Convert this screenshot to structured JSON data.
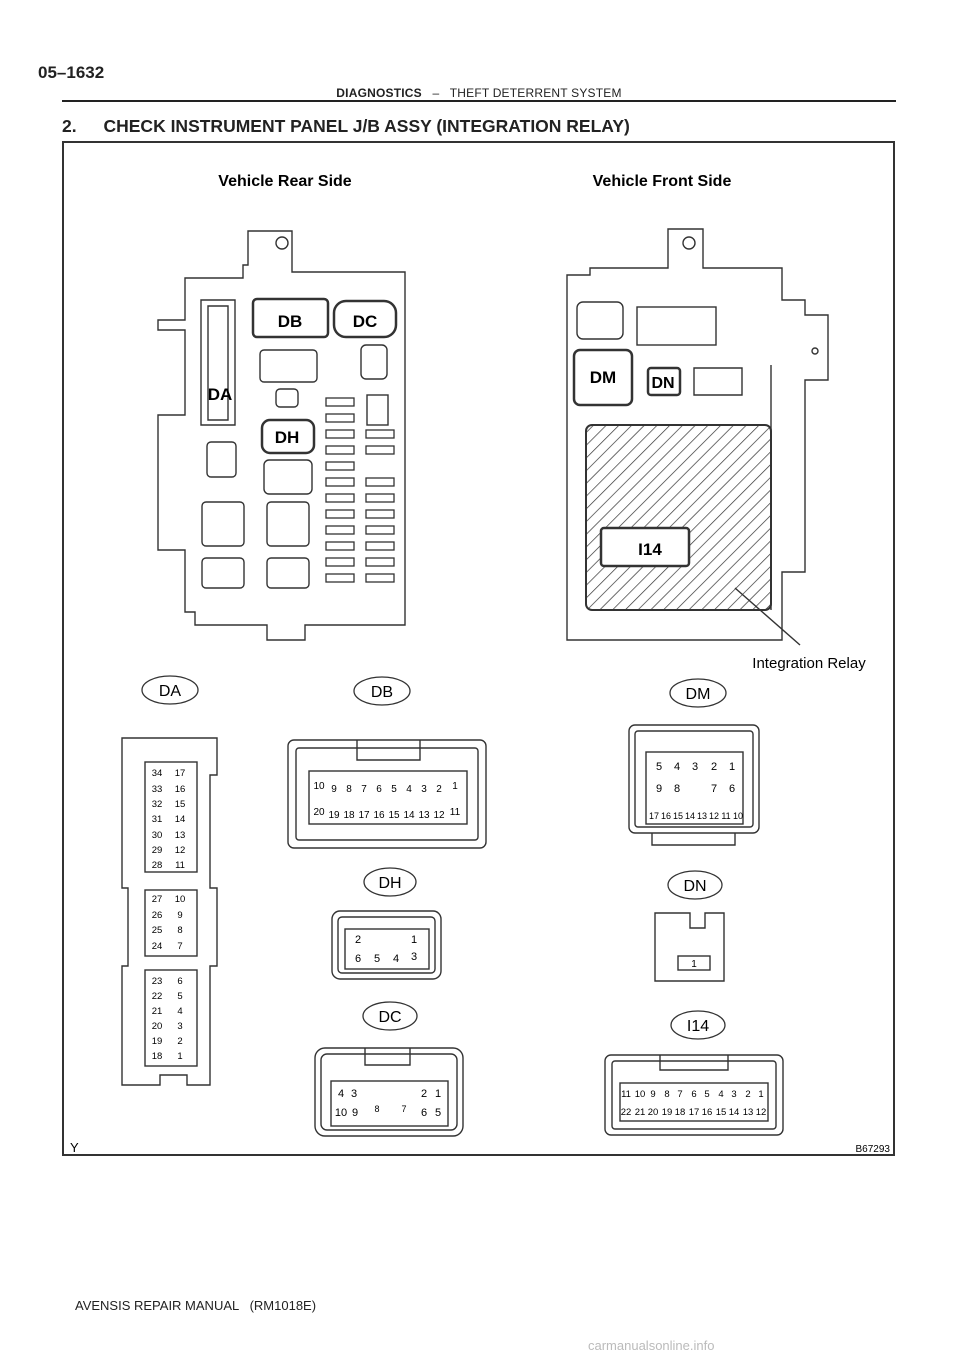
{
  "header": {
    "page_number": "05–1632",
    "section": "DIAGNOSTICS",
    "separator": "–",
    "subsection": "THEFT DETERRENT SYSTEM"
  },
  "step": {
    "number": "2.",
    "title": "CHECK INSTRUMENT PANEL J/B ASSY (INTEGRATION RELAY)"
  },
  "figure": {
    "rear_side_label": "Vehicle Rear Side",
    "front_side_label": "Vehicle Front Side",
    "integration_relay_label": "Integration Relay",
    "figure_id": "B67293",
    "corner_mark": "Y",
    "block_labels": [
      "DB",
      "DC",
      "DA",
      "DH",
      "DM",
      "DN",
      "I14"
    ],
    "connectors": {
      "DA": {
        "title": "DA",
        "left_pins": [
          "34",
          "33",
          "32",
          "31",
          "30",
          "29",
          "28",
          "27",
          "26",
          "25",
          "24",
          "23",
          "22",
          "21",
          "20",
          "19",
          "18"
        ],
        "right_pins": [
          "17",
          "16",
          "15",
          "14",
          "13",
          "12",
          "11",
          "10",
          "9",
          "8",
          "7",
          "6",
          "5",
          "4",
          "3",
          "2",
          "1"
        ]
      },
      "DB": {
        "title": "DB",
        "top_pins": [
          "10",
          "9",
          "8",
          "7",
          "6",
          "5",
          "4",
          "3",
          "2",
          "1"
        ],
        "bottom_pins": [
          "20",
          "19",
          "18",
          "17",
          "16",
          "15",
          "14",
          "13",
          "12",
          "11"
        ]
      },
      "DM": {
        "title": "DM",
        "row1": [
          "5",
          "4",
          "3",
          "2",
          "1"
        ],
        "row2": [
          "9",
          "8",
          "7",
          "6"
        ],
        "row3": [
          "17",
          "16",
          "15",
          "14",
          "13",
          "12",
          "11",
          "10"
        ]
      },
      "DH": {
        "title": "DH",
        "top_pins": [
          "2",
          "1"
        ],
        "bottom_pins": [
          "6",
          "5",
          "4",
          "3"
        ]
      },
      "DN": {
        "title": "DN",
        "pins": [
          "1"
        ]
      },
      "DC": {
        "title": "DC",
        "top_pins": [
          "4",
          "3",
          "2",
          "1"
        ],
        "bottom_pins": [
          "10",
          "9",
          "8",
          "7",
          "6",
          "5"
        ]
      },
      "I14": {
        "title": "I14",
        "top_pins": [
          "11",
          "10",
          "9",
          "8",
          "7",
          "6",
          "5",
          "4",
          "3",
          "2",
          "1"
        ],
        "bottom_pins": [
          "22",
          "21",
          "20",
          "19",
          "18",
          "17",
          "16",
          "15",
          "14",
          "13",
          "12"
        ]
      }
    }
  },
  "footer": {
    "manual": "AVENSIS REPAIR MANUAL   (RM1018E)",
    "site": "carmanualsonline.info"
  }
}
